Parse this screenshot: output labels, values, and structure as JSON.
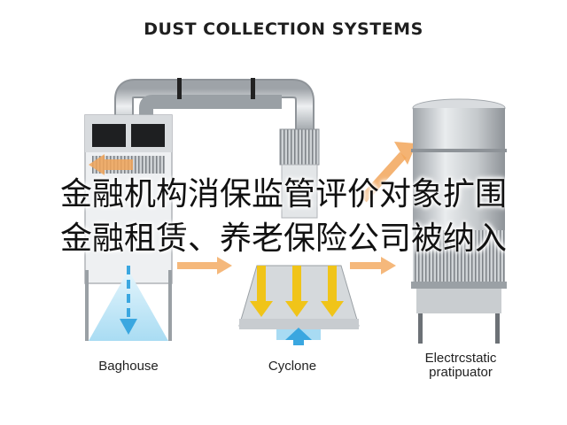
{
  "diagram": {
    "title": "DUST COLLECTION SYSTEMS",
    "components": [
      {
        "label": "Baghouse"
      },
      {
        "label": "Cyclone"
      },
      {
        "label_line1": "Electrcstatic",
        "label_line2": "pratipuator"
      }
    ],
    "colors": {
      "pipe": "#b8bcc0",
      "flow_arrow": "#f2a65a",
      "dust_arrow": "#f0c419",
      "air_arrow": "#3aa7e0",
      "air_cone": "#bfe6f7"
    }
  },
  "overlay": {
    "line1": "金融机构消保监管评价对象扩围",
    "line2": "金融租赁、养老保险公司被纳入"
  }
}
